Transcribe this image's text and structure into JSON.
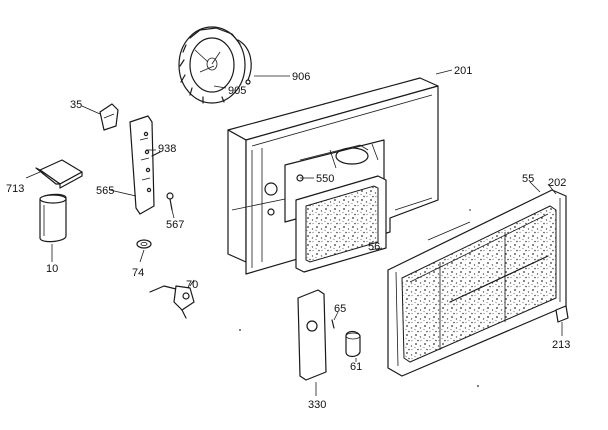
{
  "labels": {
    "p201": "201",
    "p906": "906",
    "p905": "905",
    "p35": "35",
    "p938": "938",
    "p550": "550",
    "p713": "713",
    "p565": "565",
    "p567": "567",
    "p10": "10",
    "p74": "74",
    "p70": "70",
    "p56": "56",
    "p55": "55",
    "p202": "202",
    "p65": "65",
    "p61": "61",
    "p330": "330",
    "p213": "213"
  }
}
